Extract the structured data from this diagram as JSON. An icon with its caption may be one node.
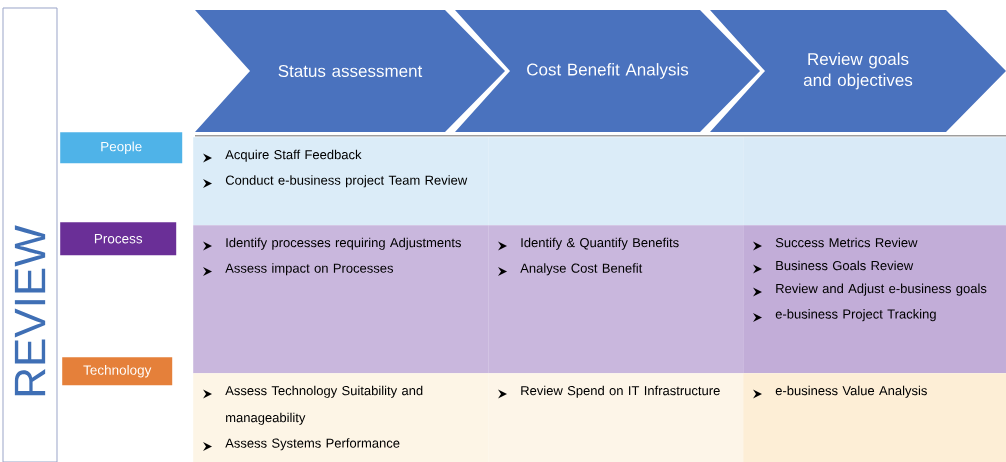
{
  "diagram": {
    "nodes": [
      {
        "text": [
          "REVIEW"
        ]
      },
      {
        "text": [
          "Status assessment"
        ]
      },
      {
        "text": [
          "Cost Benefit Analysis"
        ]
      },
      {
        "text": [
          "Review goals and objectives"
        ]
      },
      {
        "text": [
          "People"
        ]
      },
      {
        "text": [
          "Acquire Staff Feedback",
          "Conduct e-business project Team Review"
        ]
      },
      {
        "text": [],
        "shape": "box"
      },
      {
        "text": [],
        "shape": "box"
      },
      {
        "text": [
          "Process"
        ]
      },
      {
        "text": [
          "Identify processes requiring Adjustments",
          "Assess impact on Processes"
        ]
      },
      {
        "text": [
          "Identify & Quantify Benefits",
          "Analyse Cost Benefit"
        ]
      },
      {
        "text": [
          "Success Metrics Review",
          "Business Goals Review",
          "Review and Adjust e-business goals",
          "e-business Project Tracking"
        ]
      },
      {
        "text": [
          "Technology"
        ]
      },
      {
        "text": [
          "Assess Technology Suitability and manageability",
          "Assess Systems Performance"
        ]
      },
      {
        "text": [
          "Review Spend on IT Infrastructure"
        ]
      },
      {
        "text": [
          "e-business Value Analysis"
        ]
      }
    ]
  }
}
